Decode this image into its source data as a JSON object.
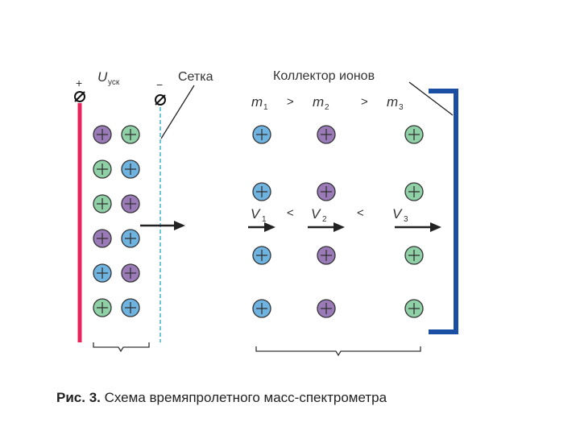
{
  "labels": {
    "plus": "+",
    "minus": "−",
    "u": "U",
    "u_sub": "уск",
    "grid": "Сетка",
    "collector": "Коллектор ионов",
    "m1": "m",
    "m1_sub": "1",
    "m2": "m",
    "m2_sub": "2",
    "m3": "m",
    "m3_sub": "3",
    "gt1": ">",
    "gt2": ">",
    "v1": "V",
    "v1_sub": "1",
    "v2": "V",
    "v2_sub": "2",
    "v3": "V",
    "v3_sub": "3",
    "lt1": "<",
    "lt2": "<"
  },
  "caption": {
    "prefix": "Рис. 3.",
    "text": " Схема времяпролетного масс-спектрометра"
  },
  "colors": {
    "plate": "#e8245a",
    "collector": "#1a4fa3",
    "grid_line": "#3fb3c9",
    "ion_purple": "#9b7ab8",
    "ion_green": "#8fd0a6",
    "ion_blue": "#6fb3e0"
  },
  "ions": {
    "source": [
      [
        "purple",
        "green"
      ],
      [
        "green",
        "blue"
      ],
      [
        "green",
        "purple"
      ],
      [
        "purple",
        "blue"
      ],
      [
        "blue",
        "purple"
      ],
      [
        "green",
        "blue"
      ]
    ],
    "columns": [
      {
        "color": "blue",
        "count": 4
      },
      {
        "color": "purple",
        "count": 4
      },
      {
        "color": "green",
        "count": 4
      }
    ]
  }
}
